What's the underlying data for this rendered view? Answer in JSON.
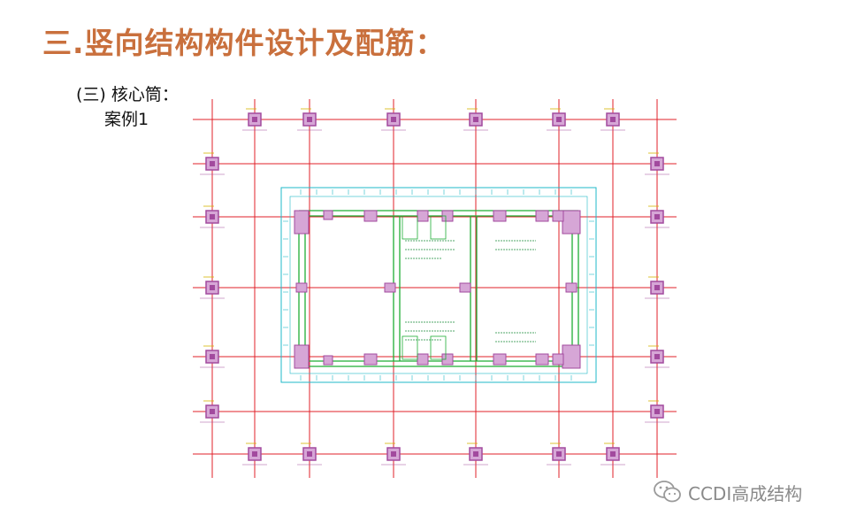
{
  "slide": {
    "title": "三.竖向结构构件设计及配筋：",
    "subtitle": "(三) 核心筒：",
    "case_label": "案例1",
    "title_color": "#c9703d"
  },
  "drawing": {
    "gridline_color": "#e0202a",
    "column_color": "#a24a9e",
    "column_fill": "#d6a6d6",
    "wall_color": "#1fae35",
    "dim_color": "#1fb8c8",
    "annotation_color": "#1a8a3a"
  },
  "watermark": {
    "text": "CCDI高成结构",
    "icon": "wechat-icon"
  }
}
